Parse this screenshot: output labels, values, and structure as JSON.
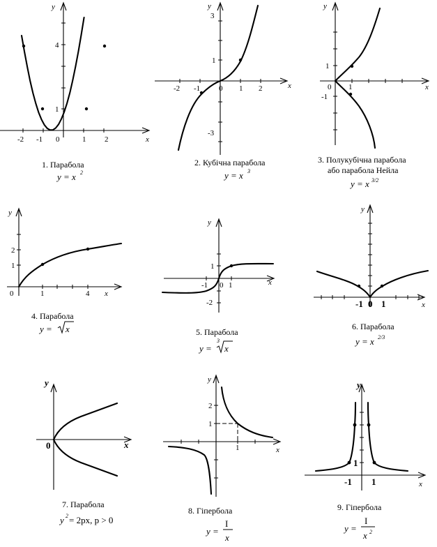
{
  "graphs": [
    {
      "id": "g1",
      "caption": "1. Парабола",
      "formula": {
        "base": "y = x",
        "exp": "2"
      },
      "axis_x": "x",
      "axis_y": "y",
      "ticks_x": [
        "-2",
        "-1",
        "0",
        "1",
        "2"
      ],
      "ticks_y": [
        "1",
        "4"
      ]
    },
    {
      "id": "g2",
      "caption": "2. Кубічна парабола",
      "formula": {
        "base": "y = x",
        "exp": "3"
      },
      "axis_x": "x",
      "axis_y": "y",
      "ticks_x": [
        "-2",
        "-1",
        "0",
        "1",
        "2"
      ],
      "ticks_y": [
        "3",
        "1",
        "-3"
      ]
    },
    {
      "id": "g3",
      "caption": "3. Полукубічна парабола",
      "caption2": "або парабола Нейла",
      "formula": {
        "base": "y = x",
        "exp": "3/2"
      },
      "axis_x": "x",
      "axis_y": "y",
      "ticks_x": [
        "0",
        "1"
      ],
      "ticks_y": [
        "1",
        "-1"
      ]
    },
    {
      "id": "g4",
      "caption": "4. Парабола",
      "formula": {
        "lead": "y = ",
        "rad": "x",
        "root_index": ""
      },
      "axis_x": "x",
      "axis_y": "y",
      "ticks_x": [
        "0",
        "1",
        "4"
      ],
      "ticks_y": [
        "1",
        "2"
      ]
    },
    {
      "id": "g5",
      "caption": "5. Парабола",
      "formula": {
        "lead": "y = ",
        "rad": "x",
        "root_index": "3"
      },
      "axis_x": "x",
      "axis_y": "y",
      "ticks_x": [
        "-1",
        "0",
        "1"
      ],
      "ticks_y": [
        "1",
        "-2"
      ]
    },
    {
      "id": "g6",
      "caption": "6. Парабола",
      "formula": {
        "base": "y = x",
        "exp": "2/3"
      },
      "axis_x": "x",
      "axis_y": "y",
      "ticks_x": [
        "-1",
        "0",
        "1"
      ],
      "ticks_y": []
    },
    {
      "id": "g7",
      "caption": "7. Парабола",
      "formula": {
        "lead": "y",
        "exp": "2",
        "rest": " = 2px, p > 0"
      },
      "axis_x": "x",
      "axis_y": "y",
      "ticks_x": [
        "0"
      ],
      "ticks_y": []
    },
    {
      "id": "g8",
      "caption": "8. Гіпербола",
      "formula": {
        "lead": "y = ",
        "num": "I",
        "den": "x",
        "den_exp": ""
      },
      "axis_x": "x",
      "axis_y": "y",
      "ticks_x": [
        "1"
      ],
      "ticks_y": [
        "2",
        "1"
      ]
    },
    {
      "id": "g9",
      "caption": "9. Гіпербола",
      "formula": {
        "lead": "y = ",
        "num": "I",
        "den": "x",
        "den_exp": "2"
      },
      "axis_x": "x",
      "axis_y": "y",
      "ticks_x": [
        "-1",
        "1"
      ],
      "ticks_y": [
        "1"
      ]
    }
  ]
}
